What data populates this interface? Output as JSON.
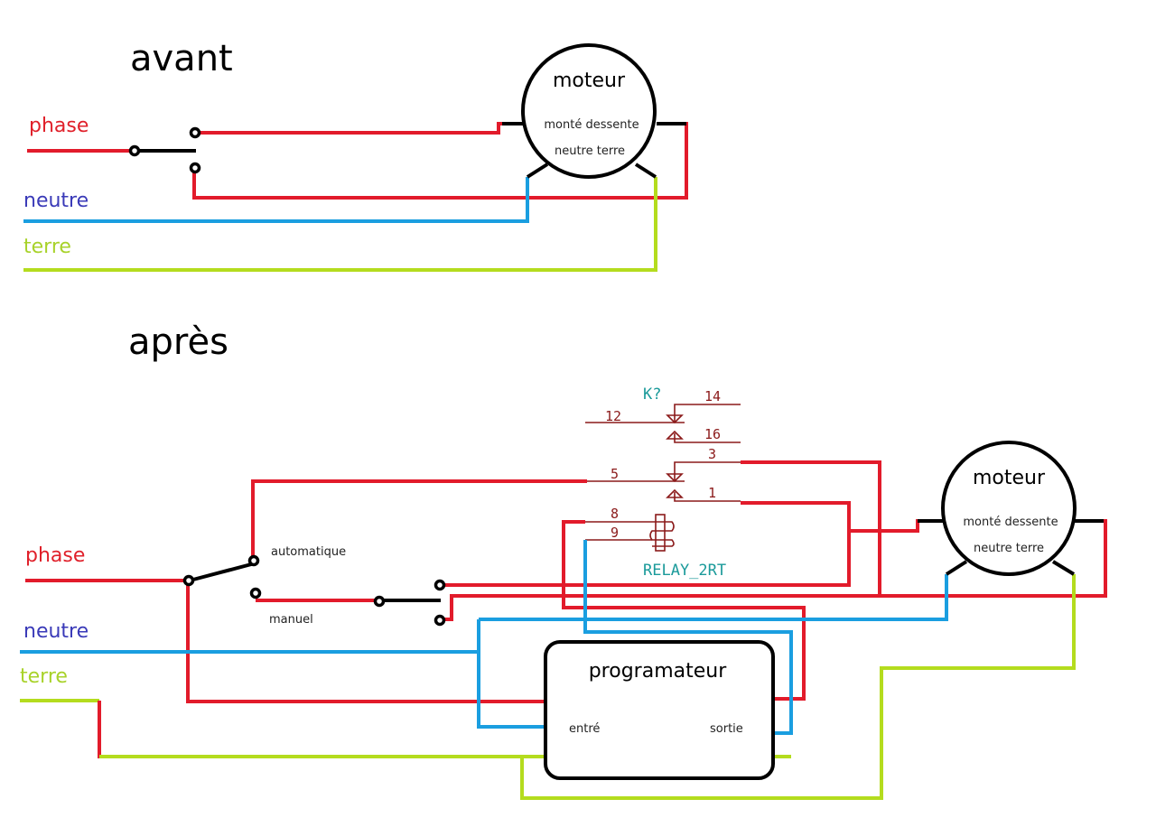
{
  "sections": {
    "before": {
      "title": "avant",
      "wires": {
        "phase": "phase",
        "neutre": "neutre",
        "terre": "terre"
      },
      "motor": {
        "title": "moteur",
        "line1": "monté dessente",
        "line2": "neutre terre"
      }
    },
    "after": {
      "title": "après",
      "wires": {
        "phase": "phase",
        "neutre": "neutre",
        "terre": "terre"
      },
      "selector": {
        "auto": "automatique",
        "manual": "manuel"
      },
      "relay": {
        "ref": "K?",
        "value": "RELAY_2RT",
        "pins": {
          "p12": "12",
          "p14": "14",
          "p16": "16",
          "p5": "5",
          "p3": "3",
          "p1": "1",
          "p8": "8",
          "p9": "9"
        }
      },
      "programmer": {
        "title": "programateur",
        "input": "entré",
        "output": "sortie"
      },
      "motor": {
        "title": "moteur",
        "line1": "monté dessente",
        "line2": "neutre terre"
      }
    }
  },
  "colors": {
    "phase": "#e21b2b",
    "neutre": "#1a9ee0",
    "terre": "#b4dc1e"
  }
}
